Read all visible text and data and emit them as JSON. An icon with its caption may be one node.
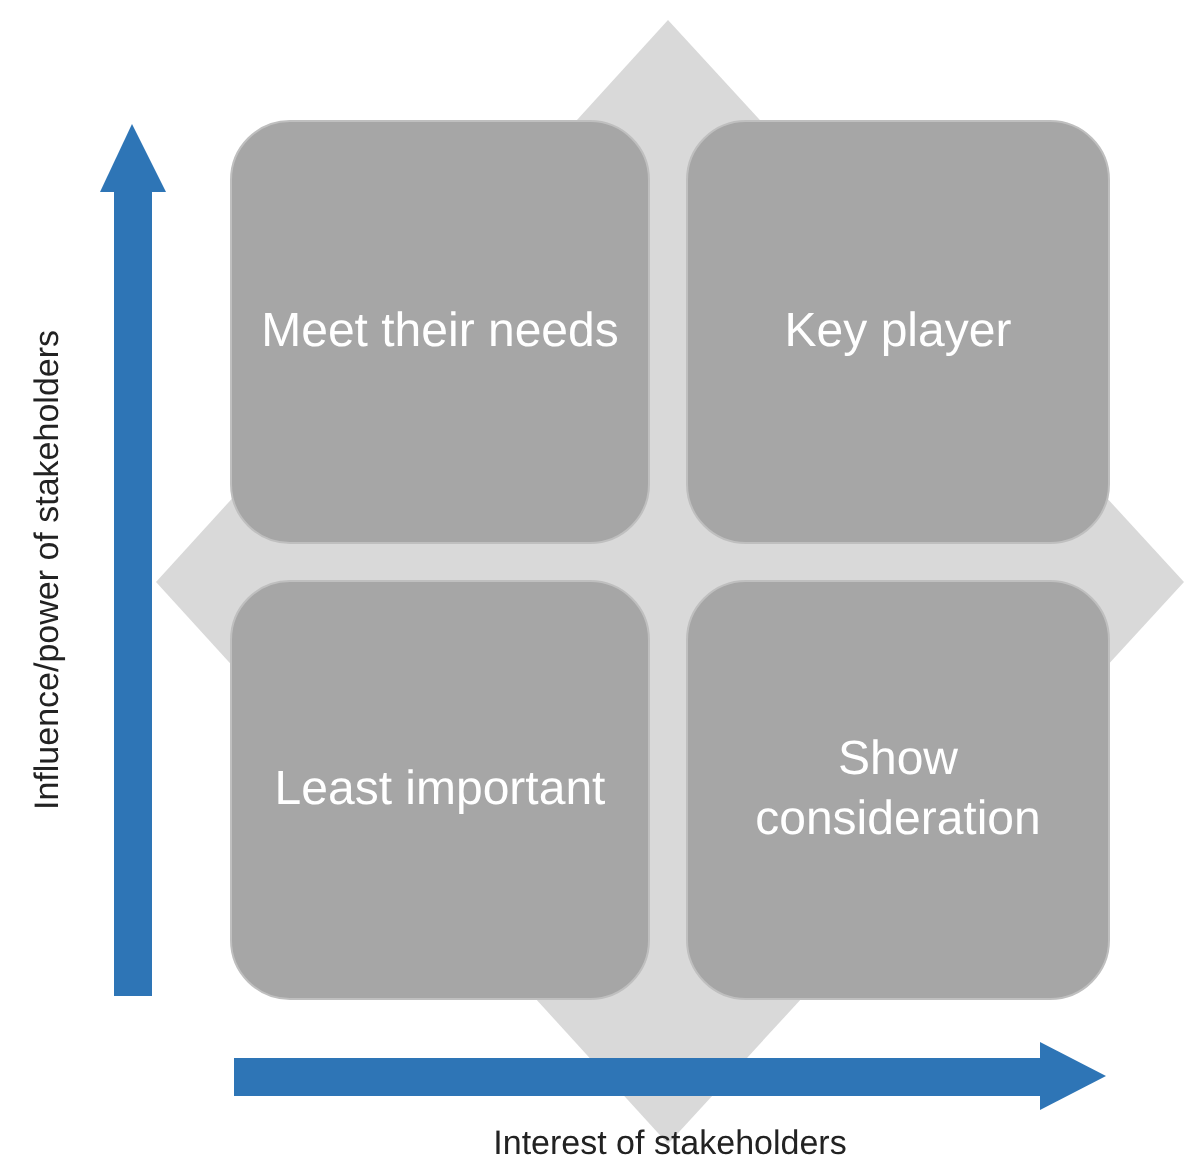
{
  "diagram": {
    "nodes": [
      {
        "text": [
          "Meet their needs"
        ]
      },
      {
        "text": [
          "Key player"
        ]
      },
      {
        "text": [
          "Least important"
        ]
      },
      {
        "text": [
          "Show consideration"
        ]
      }
    ],
    "labels": [
      "Influence/power of stakeholders",
      "Interest of stakeholders"
    ]
  }
}
